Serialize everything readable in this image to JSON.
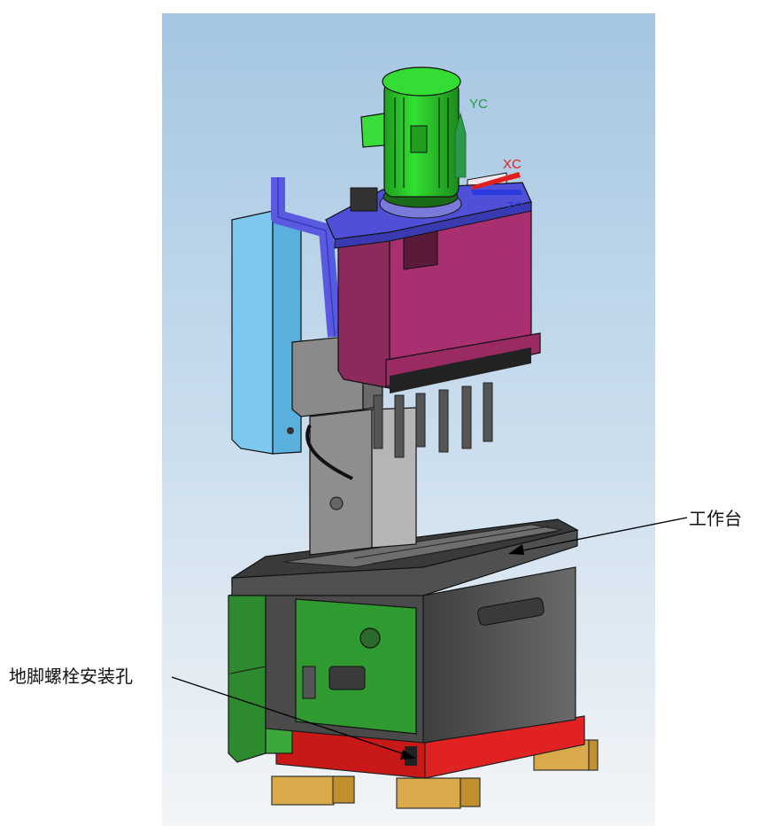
{
  "axis_labels": {
    "yc": "YC",
    "xc": "XC",
    "zc": "ZC"
  },
  "callouts": {
    "worktable": "工作台",
    "foot_bolt_hole": "地脚螺栓安装孔"
  },
  "colors": {
    "background_top": "#a8c8e4",
    "background_bottom": "#f2f4f6",
    "motor": "#2fd22f",
    "head_housing": "#a3306a",
    "head_top_plate": "#4f4fd8",
    "electric_box": "#6fc4ec",
    "column": "#9a9a9a",
    "base_cabinet": "#5a5a5a",
    "side_door": "#2e8a2e",
    "base_frame": "#d02020",
    "feet": "#d9aa4a",
    "axis_y": "#2a9a4a",
    "axis_x": "#e02020",
    "axis_z": "#2a3adf"
  }
}
